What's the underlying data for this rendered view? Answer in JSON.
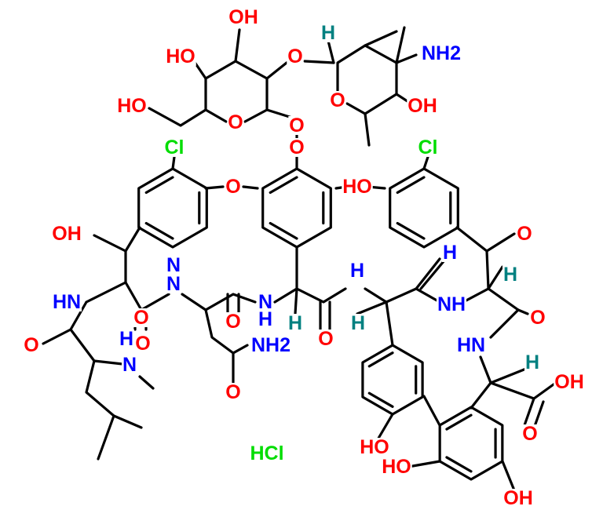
{
  "diagram": {
    "type": "chemical-structure",
    "colors": {
      "O": "#ff0000",
      "N": "#0000ff",
      "Cl": "#00dd00",
      "H": "#008080",
      "bond": "#000000"
    },
    "labels": [
      {
        "text": "OH",
        "el": "O"
      },
      {
        "text": "HO",
        "el": "O"
      },
      {
        "text": "O",
        "el": "O"
      },
      {
        "text": "H",
        "el": "H"
      },
      {
        "text": "NH2",
        "el": "N"
      },
      {
        "text": "HO",
        "el": "O"
      },
      {
        "text": "O",
        "el": "O"
      },
      {
        "text": "O",
        "el": "O"
      },
      {
        "text": "O",
        "el": "O"
      },
      {
        "text": "OH",
        "el": "O"
      },
      {
        "text": "Cl",
        "el": "Cl"
      },
      {
        "text": "Cl",
        "el": "Cl"
      },
      {
        "text": "O",
        "el": "O"
      },
      {
        "text": "O",
        "el": "O"
      },
      {
        "text": "HO",
        "el": "O"
      },
      {
        "text": "OH",
        "el": "O"
      },
      {
        "text": "O",
        "el": "O"
      },
      {
        "text": "H",
        "el": "N"
      },
      {
        "text": "N",
        "el": "N"
      },
      {
        "text": "N",
        "el": "N"
      },
      {
        "text": "H",
        "el": "N"
      },
      {
        "text": "H",
        "el": "H"
      },
      {
        "text": "HN",
        "el": "N"
      },
      {
        "text": "N",
        "el": "N"
      },
      {
        "text": "H",
        "el": "N"
      },
      {
        "text": "NH",
        "el": "N"
      },
      {
        "text": "O",
        "el": "O"
      },
      {
        "text": "O",
        "el": "O"
      },
      {
        "text": "O",
        "el": "O"
      },
      {
        "text": "O",
        "el": "O"
      },
      {
        "text": "H",
        "el": "H"
      },
      {
        "text": "H",
        "el": "H"
      },
      {
        "text": "O",
        "el": "O"
      },
      {
        "text": "H",
        "el": "N"
      },
      {
        "text": "O",
        "el": "O"
      },
      {
        "text": "NH2",
        "el": "N"
      },
      {
        "text": "HN",
        "el": "N"
      },
      {
        "text": "N",
        "el": "N"
      },
      {
        "text": "H",
        "el": "H"
      },
      {
        "text": "OH",
        "el": "O"
      },
      {
        "text": "O",
        "el": "O"
      },
      {
        "text": "O",
        "el": "O"
      },
      {
        "text": "HCl",
        "el": "Cl"
      },
      {
        "text": "HO",
        "el": "O"
      },
      {
        "text": "HO",
        "el": "O"
      },
      {
        "text": "OH",
        "el": "O"
      }
    ]
  }
}
